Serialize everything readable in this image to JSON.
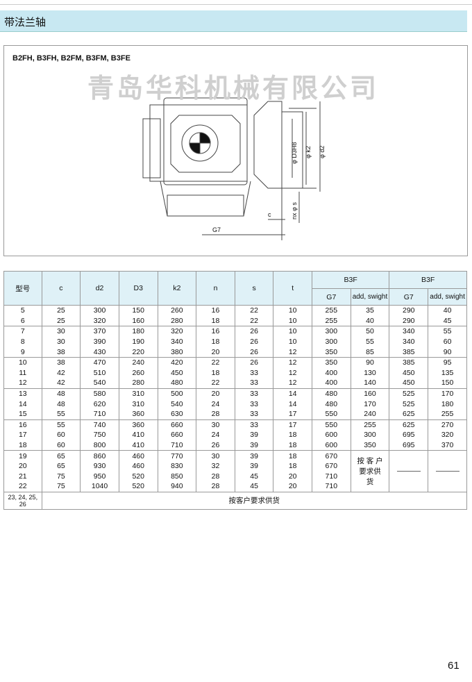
{
  "header": {
    "title": "带法兰轴"
  },
  "drawing": {
    "models": "B2FH, B3FH, B2FM, B3FM, B3FE",
    "watermark": "青岛华科机械有限公司",
    "labels": {
      "c": "c",
      "g7": "G7",
      "nxs": "nx φ s",
      "d3": "φ D3H8",
      "k2": "φ k2",
      "d2": "φ d2"
    }
  },
  "table": {
    "headers": {
      "model": "型号",
      "c": "c",
      "d2": "d2",
      "d3": "D3",
      "k2": "k2",
      "n": "n",
      "s": "s",
      "t": "t",
      "group1": "B3F",
      "group2": "B3F",
      "g7a": "G7",
      "adda": "add, swight",
      "g7b": "G7",
      "addb": "add, swight"
    },
    "groups": [
      [
        [
          "5",
          "25",
          "300",
          "150",
          "260",
          "16",
          "22",
          "10",
          "255",
          "35",
          "290",
          "40"
        ],
        [
          "6",
          "25",
          "320",
          "160",
          "280",
          "18",
          "22",
          "10",
          "255",
          "40",
          "290",
          "45"
        ]
      ],
      [
        [
          "7",
          "30",
          "370",
          "180",
          "320",
          "16",
          "26",
          "10",
          "300",
          "50",
          "340",
          "55"
        ],
        [
          "8",
          "30",
          "390",
          "190",
          "340",
          "18",
          "26",
          "10",
          "300",
          "55",
          "340",
          "60"
        ],
        [
          "9",
          "38",
          "430",
          "220",
          "380",
          "20",
          "26",
          "12",
          "350",
          "85",
          "385",
          "90"
        ]
      ],
      [
        [
          "10",
          "38",
          "470",
          "240",
          "420",
          "22",
          "26",
          "12",
          "350",
          "90",
          "385",
          "95"
        ],
        [
          "11",
          "42",
          "510",
          "260",
          "450",
          "18",
          "33",
          "12",
          "400",
          "130",
          "450",
          "135"
        ],
        [
          "12",
          "42",
          "540",
          "280",
          "480",
          "22",
          "33",
          "12",
          "400",
          "140",
          "450",
          "150"
        ]
      ],
      [
        [
          "13",
          "48",
          "580",
          "310",
          "500",
          "20",
          "33",
          "14",
          "480",
          "160",
          "525",
          "170"
        ],
        [
          "14",
          "48",
          "620",
          "310",
          "540",
          "24",
          "33",
          "14",
          "480",
          "170",
          "525",
          "180"
        ],
        [
          "15",
          "55",
          "710",
          "360",
          "630",
          "28",
          "33",
          "17",
          "550",
          "240",
          "625",
          "255"
        ]
      ],
      [
        [
          "16",
          "55",
          "740",
          "360",
          "660",
          "30",
          "33",
          "17",
          "550",
          "255",
          "625",
          "270"
        ],
        [
          "17",
          "60",
          "750",
          "410",
          "660",
          "24",
          "39",
          "18",
          "600",
          "300",
          "695",
          "320"
        ],
        [
          "18",
          "60",
          "800",
          "410",
          "710",
          "26",
          "39",
          "18",
          "600",
          "350",
          "695",
          "370"
        ]
      ]
    ],
    "last_group": [
      [
        "19",
        "65",
        "860",
        "460",
        "770",
        "30",
        "39",
        "18",
        "670"
      ],
      [
        "20",
        "65",
        "930",
        "460",
        "830",
        "32",
        "39",
        "18",
        "670"
      ],
      [
        "21",
        "75",
        "950",
        "520",
        "850",
        "28",
        "45",
        "20",
        "710"
      ],
      [
        "22",
        "75",
        "1040",
        "520",
        "940",
        "28",
        "45",
        "20",
        "710"
      ]
    ],
    "last_group_note": "按 客 户 要求供货",
    "final_model": "23, 24, 25, 26",
    "final_note": "按客户要求供货"
  },
  "page_number": "61"
}
